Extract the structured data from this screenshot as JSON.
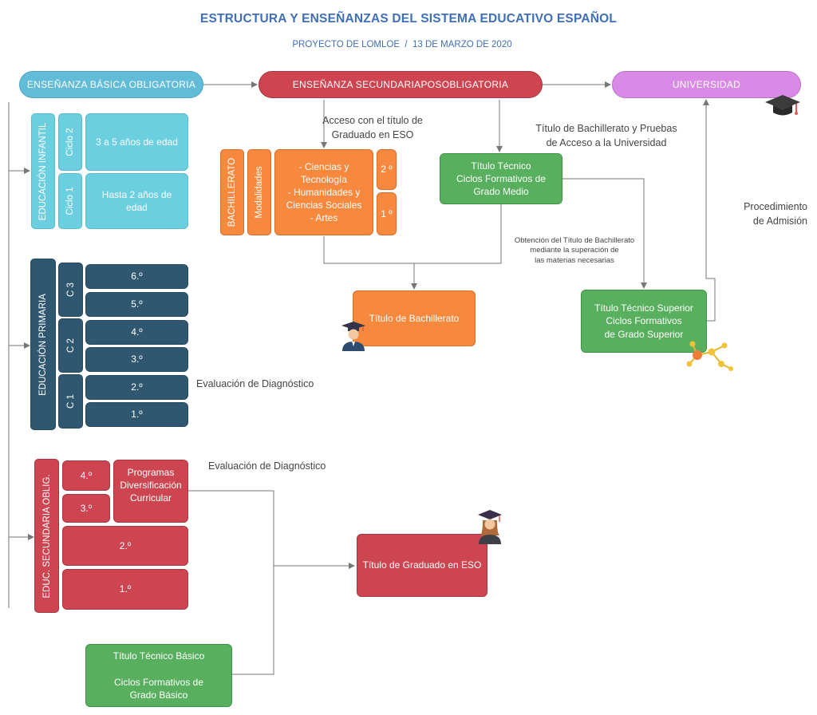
{
  "header": {
    "title": "ESTRUCTURA Y ENSEÑANZAS DEL SISTEMA EDUCATIVO ESPAÑOL",
    "subtitle": "PROYECTO DE LOMLOE  /  13 DE MARZO DE 2020"
  },
  "top_row": {
    "basica": "ENSEÑANZA BÁSICA OBLIGATORIA",
    "secundaria": "ENSEÑANZA SECUNDARIAPOSOBLIGATORIA",
    "universidad": "UNIVERSIDAD"
  },
  "infantil": {
    "label": "EDUCACIÓN INFANTIL",
    "ciclo2": "Ciclo 2",
    "ciclo1": "Ciclo 1",
    "age2": "3 a 5 años de edad",
    "age1": "Hasta 2 años de\nedad"
  },
  "primaria": {
    "label": "EDUCACIÓN PRIMARIA",
    "c3": "C 3",
    "c2": "C 2",
    "c1": "C 1",
    "grades": [
      "6.º",
      "5.º",
      "4.º",
      "3.º",
      "2.º",
      "1.º"
    ],
    "evaluation": "Evaluación de Diagnóstico"
  },
  "eso": {
    "label": "EDUC. SECUNDARIA OBLIG.",
    "g4": "4.º",
    "g3": "3.º",
    "g2": "2.º",
    "g1": "1.º",
    "programas": "Programas\nDiversificación\nCurricular",
    "evaluation": "Evaluación de Diagnóstico"
  },
  "bachillerato": {
    "label": "BACHILLERATO",
    "modalidades": "Modalidades",
    "list": "- Ciencias y\nTecnología\n- Humanidades y\nCiencias Sociales\n- Artes",
    "y2": "2 º",
    "y1": "1 º",
    "access": "Acceso con el título de\nGraduado en ESO"
  },
  "outcomes": {
    "titulo_bachillerato": "Título de Bachillerato",
    "titulo_graduado_eso": "Título de Graduado en ESO",
    "tecnico_medio": "Título Técnico\nCiclos Formativos de\nGrado Medio",
    "tecnico_superior": "Título Técnico Superior\nCiclos Formativos\nde Grado Superior",
    "tecnico_basico": "Título Técnico Básico\n\nCiclos Formativos de\nGrado Básico"
  },
  "annotations": {
    "acceso_universidad": "Título de Bachillerato y Pruebas\nde Acceso a la Universidad",
    "obtencion": "Obtención del Título de Bachillerato\nmediante la superación de\nlas materias necesarias",
    "procedimiento": "Procedimiento\nde Admisión"
  },
  "icons": [
    "graduation-cap-icon",
    "graduate-man-icon",
    "graduate-woman-icon",
    "molecule-icon"
  ],
  "colors": {
    "title": "#3f6fb5",
    "cyan": "#6ccfe0",
    "navy": "#2f5870",
    "red": "#cc4550",
    "orange": "#f7893f",
    "green": "#58b05e",
    "violet": "#d98ae6"
  }
}
